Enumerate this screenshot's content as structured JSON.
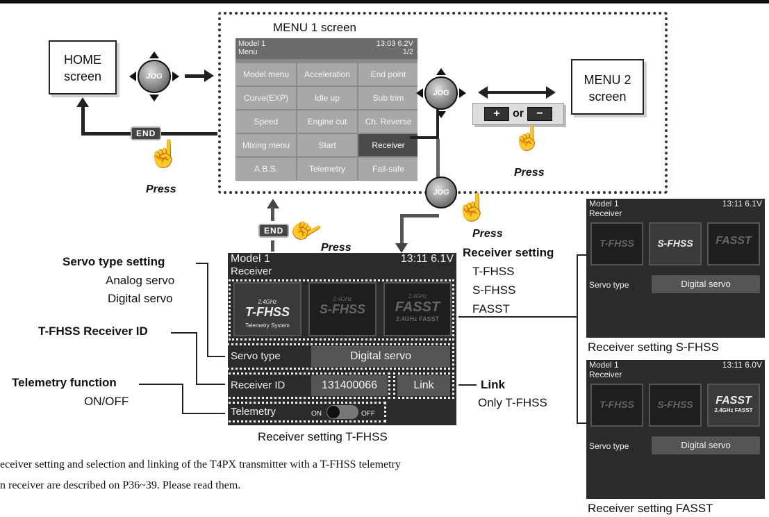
{
  "labels": {
    "menu1_screen": "MENU 1 screen",
    "home_l1": "HOME",
    "home_l2": "screen",
    "menu2_l1": "MENU 2",
    "menu2_l2": "screen",
    "press": "Press",
    "or": "or",
    "plus": "+",
    "minus": "−",
    "jog": "JOG",
    "end": "END"
  },
  "menu1": {
    "model": "Model 1",
    "title": "Menu",
    "time": "13:03 6.2V",
    "page": "1/2",
    "items": [
      "Model menu",
      "Acceleration",
      "End point",
      "Curve(EXP)",
      "Idle up",
      "Sub trim",
      "Speed",
      "Engine cut",
      "Ch. Reverse",
      "Mixing menu",
      "Start",
      "Receiver",
      "A.B.S.",
      "Telemetry",
      "Fail-safe"
    ]
  },
  "annotations": {
    "servo_type_setting": "Servo type setting",
    "analog_servo": "Analog servo",
    "digital_servo": "Digital servo",
    "tfhss_receiver_id": "T-FHSS Receiver ID",
    "telemetry_function": "Telemetry function",
    "on_off": "ON/OFF",
    "receiver_setting": "Receiver setting",
    "opt_tfhss": "T-FHSS",
    "opt_sfhss": "S-FHSS",
    "opt_fasst": "FASST",
    "link": "Link",
    "only_tfhss": "Only T-FHSS"
  },
  "receiver_main": {
    "model": "Model 1",
    "time": "13:11 6.1V",
    "title": "Receiver",
    "logo1_small": "2.4GHz",
    "logo1_main": "T-FHSS",
    "logo1_sub": "Telemetry System",
    "logo2_small": "2.4GHz",
    "logo2_main": "S-FHSS",
    "logo3_small": "2.4GHz",
    "logo3_main": "FASST",
    "logo3_sub": "2.4GHz FASST",
    "servo_type_label": "Servo type",
    "servo_type_value": "Digital servo",
    "receiver_id_label": "Receiver ID",
    "receiver_id_value": "131400066",
    "link_button": "Link",
    "telemetry_label": "Telemetry",
    "on": "ON",
    "off": "OFF",
    "caption": "Receiver setting T-FHSS"
  },
  "receiver_sfhss": {
    "model": "Model 1",
    "time": "13:11 6.1V",
    "title": "Receiver",
    "servo_type_label": "Servo type",
    "servo_type_value": "Digital servo",
    "caption": "Receiver setting S-FHSS"
  },
  "receiver_fasst": {
    "model": "Model 1",
    "time": "13:11 6.0V",
    "title": "Receiver",
    "servo_type_label": "Servo type",
    "servo_type_value": "Digital servo",
    "caption": "Receiver setting FASST"
  },
  "body_text": {
    "line1": "eceiver setting and selection and linking of the T4PX transmitter with a T-FHSS telemetry",
    "line2": "n receiver are described on P36~39. Please read them."
  },
  "colors": {
    "screen_bg": "#2b2b2b",
    "menu_bg": "#8a8a8a",
    "selected": "#4a4a4a"
  }
}
